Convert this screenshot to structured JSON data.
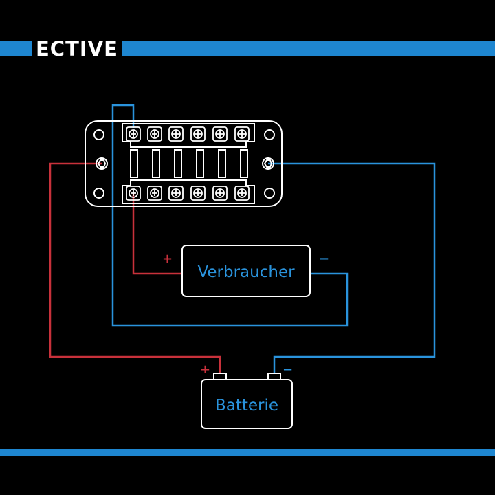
{
  "brand": {
    "logo_text": "ECTIVE"
  },
  "labels": {
    "load": "Verbraucher",
    "battery": "Batterie",
    "load_plus": "+",
    "load_minus": "−",
    "battery_plus": "+",
    "battery_minus": "−"
  },
  "colors": {
    "background": "#000000",
    "band": "#1e86d0",
    "positive_wire": "#c8313b",
    "negative_wire": "#2a93dc",
    "outline": "#ffffff",
    "label_text": "#2a93dc"
  },
  "fuse_block": {
    "fuse_count": 6,
    "terminal_icon": "screw-terminal-icon"
  }
}
